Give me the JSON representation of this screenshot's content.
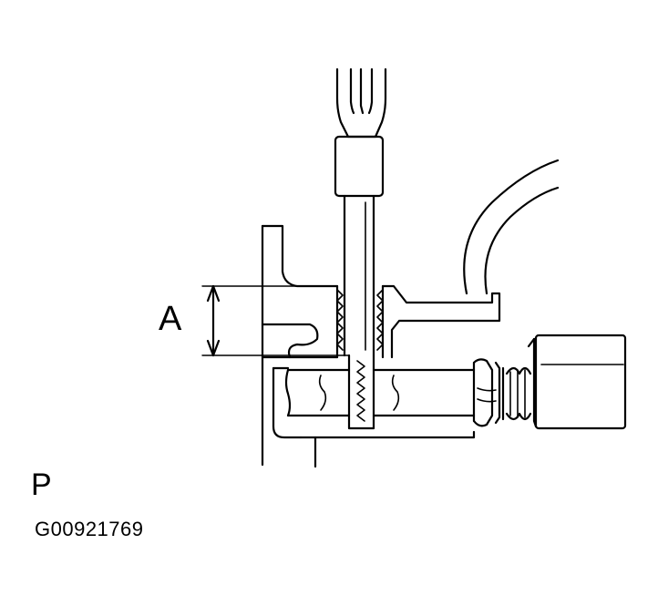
{
  "diagram": {
    "dimension_label": "A",
    "view_label": "P",
    "figure_id": "G00921769",
    "colors": {
      "line": "#000000",
      "background": "#ffffff"
    }
  }
}
